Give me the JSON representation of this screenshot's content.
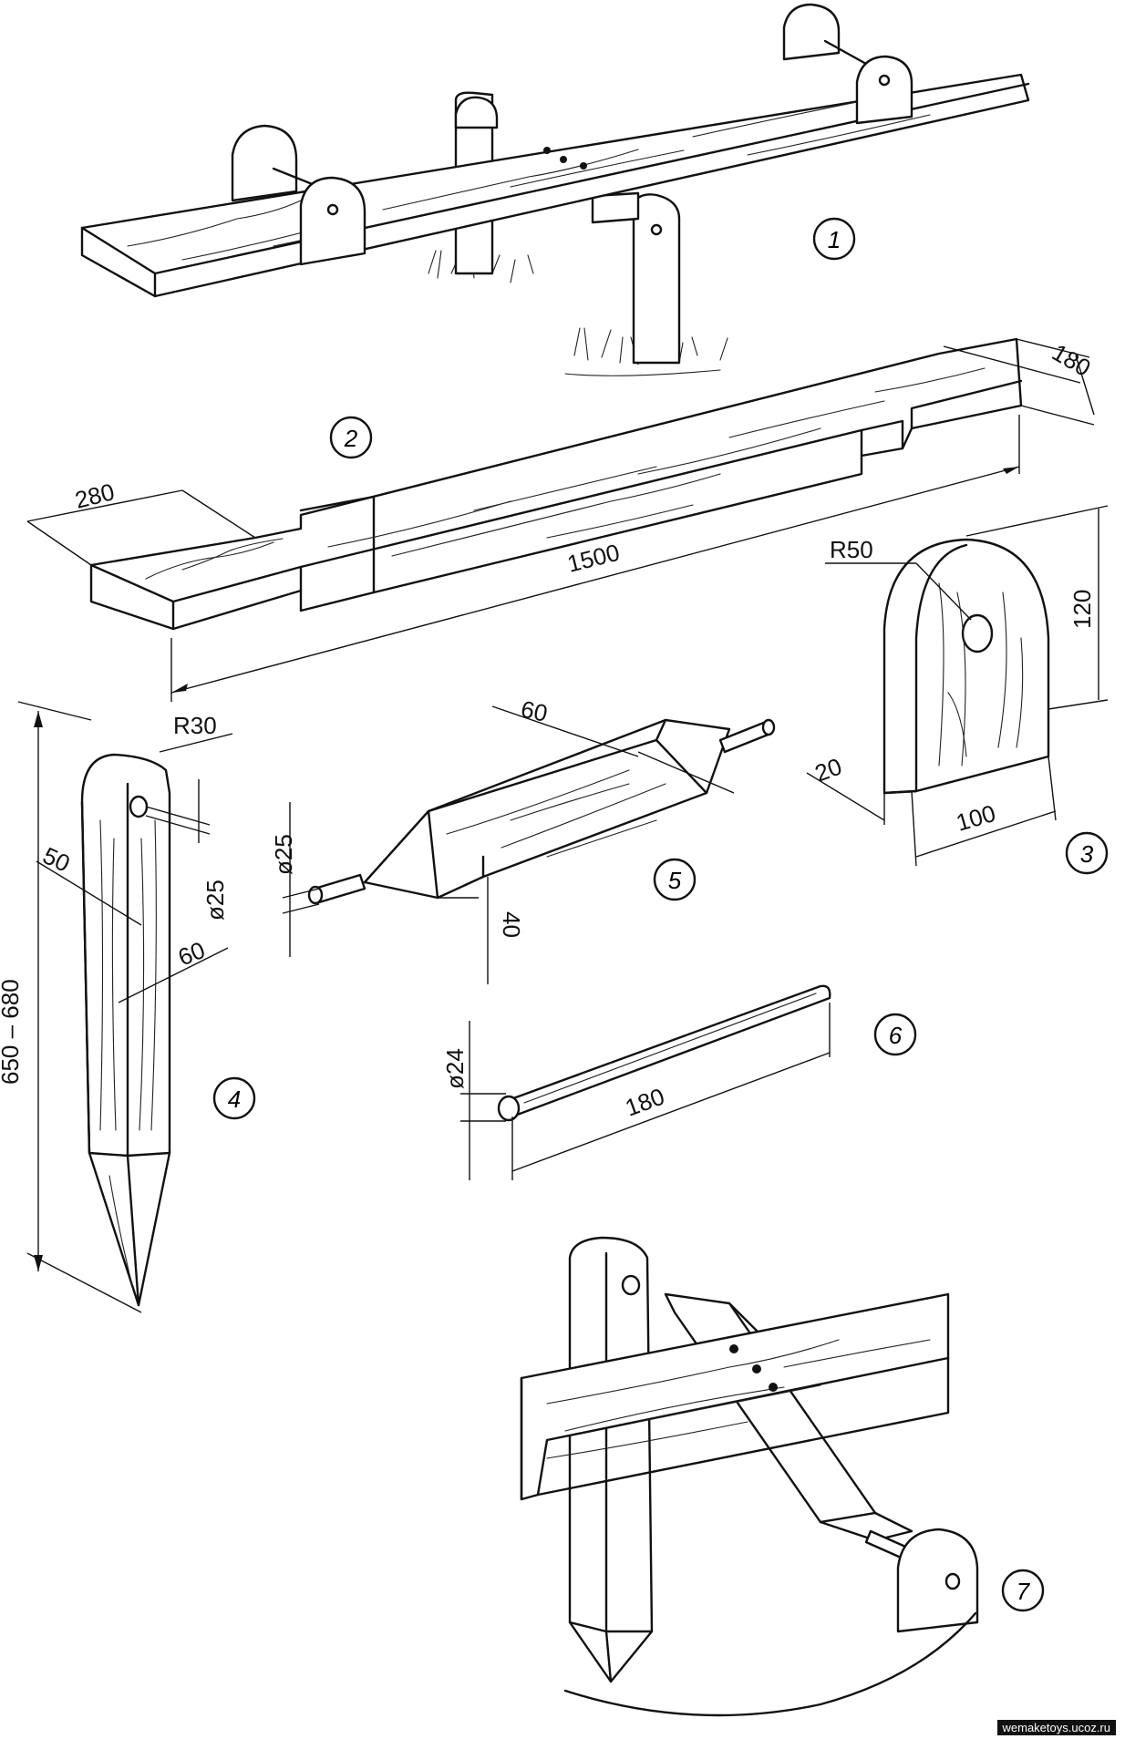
{
  "parts": [
    {
      "id": "1",
      "label": "1"
    },
    {
      "id": "2",
      "label": "2"
    },
    {
      "id": "3",
      "label": "3"
    },
    {
      "id": "4",
      "label": "4"
    },
    {
      "id": "5",
      "label": "5"
    },
    {
      "id": "6",
      "label": "6"
    },
    {
      "id": "7",
      "label": "7"
    }
  ],
  "dimensions": {
    "board_width": "180",
    "board_handle_width": "280",
    "board_length": "1500",
    "seat_radius": "R50",
    "seat_height": "120",
    "seat_thickness": "20",
    "seat_width": "100",
    "post_radius": "R30",
    "post_length": "650 – 680",
    "post_thickness": "50",
    "post_width": "60",
    "post_hole": "ø25",
    "axle_block_width": "60",
    "axle_pin_diameter": "ø25",
    "axle_block_height": "40",
    "handle_diameter": "ø24",
    "handle_length": "180"
  },
  "watermark": "wemaketoys.ucoz.ru"
}
